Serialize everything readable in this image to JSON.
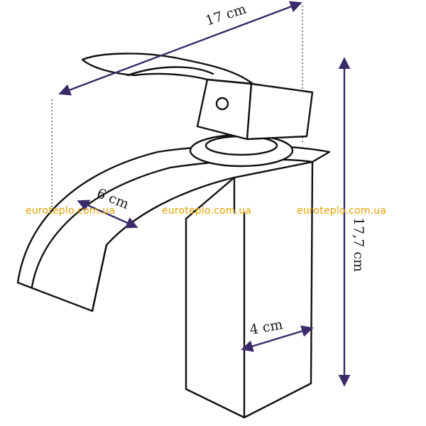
{
  "dimensions": {
    "width_label": "17 cm",
    "height_label": "17,7 cm",
    "spout_label": "6 cm",
    "base_label": "4 cm"
  },
  "watermarks": [
    "euroteplo.com.ua",
    "euroteplo.com.ua",
    "euroteplo.com.ua"
  ],
  "colors": {
    "arrow": "#3a2a6a",
    "outline": "#111111",
    "watermark": "#e5a000"
  }
}
